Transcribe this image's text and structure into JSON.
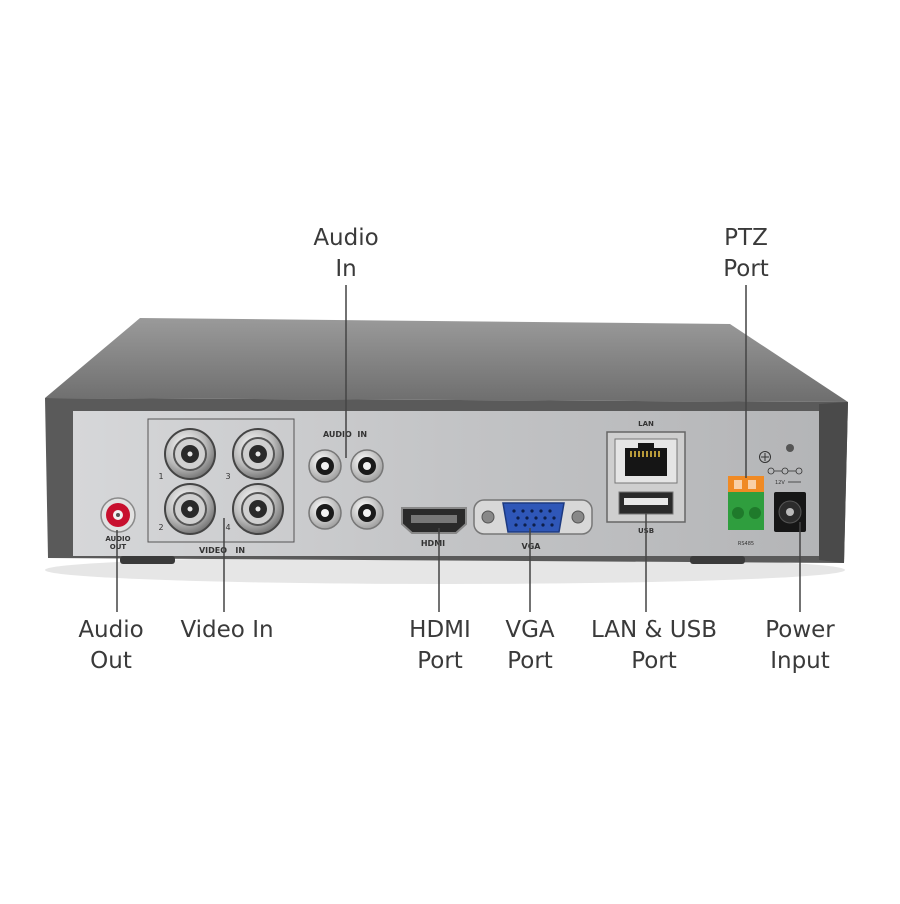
{
  "callouts": {
    "audio_in": {
      "line1": "Audio",
      "line2": "In"
    },
    "ptz_port": {
      "line1": "PTZ",
      "line2": "Port"
    },
    "audio_out": {
      "line1": "Audio",
      "line2": "Out"
    },
    "video_in": {
      "line1": "Video In"
    },
    "hdmi_port": {
      "line1": "HDMI",
      "line2": "Port"
    },
    "vga_port": {
      "line1": "VGA",
      "line2": "Port"
    },
    "lan_usb_port": {
      "line1": "LAN & USB",
      "line2": "Port"
    },
    "power_input": {
      "line1": "Power",
      "line2": "Input"
    }
  },
  "panel_labels": {
    "audio_in": "AUDIO  IN",
    "audio_out_1": "AUDIO",
    "audio_out_2": "OUT",
    "video_in": "VIDEO   IN",
    "hdmi": "HDMI",
    "vga": "VGA",
    "lan": "LAN",
    "usb": "USB",
    "rs485": "RS485",
    "dc12v": "12V",
    "bnc_numbers": [
      "1",
      "3",
      "2",
      "4"
    ]
  },
  "colors": {
    "device_top": "#707070",
    "device_face": "#bfc0c2",
    "rca_red": "#c8102e",
    "vga_blue": "#2f57b8",
    "terminal_green": "#2f9e3e",
    "terminal_orange": "#f08a24",
    "leader_line": "#444444",
    "label_text": "#3a3a3a"
  }
}
